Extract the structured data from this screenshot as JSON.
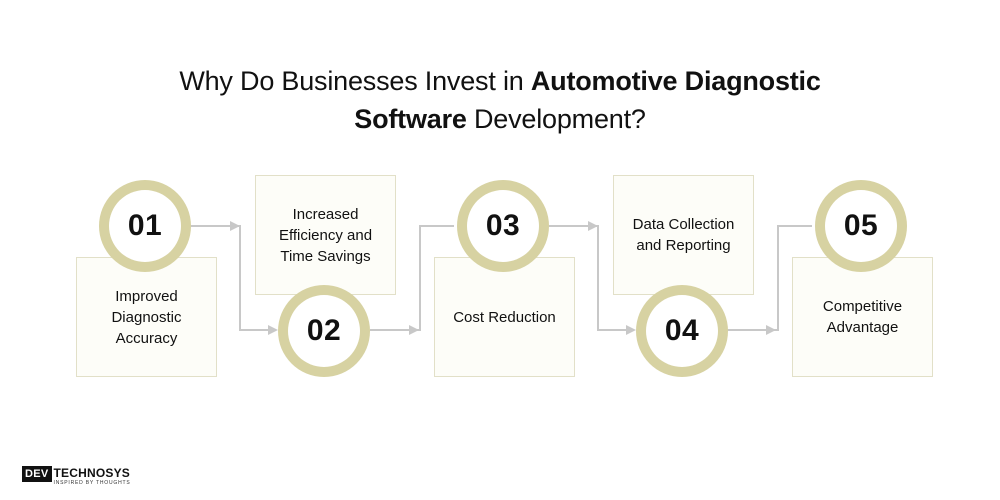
{
  "title": {
    "part1": "Why Do Businesses Invest in ",
    "bold1": "Automotive Diagnostic",
    "bold2": "Software",
    "part2": " Development?"
  },
  "steps": [
    {
      "number": "01",
      "label": "Improved Diagnostic Accuracy"
    },
    {
      "number": "02",
      "label": "Increased Efficiency and Time Savings"
    },
    {
      "number": "03",
      "label": "Cost Reduction"
    },
    {
      "number": "04",
      "label": "Data Collection and Reporting"
    },
    {
      "number": "05",
      "label": "Competitive Advantage"
    }
  ],
  "logo": {
    "prefix": "DEV",
    "brand": "TECHNOSYS",
    "tagline": "INSPIRED BY THOUGHTS"
  },
  "colors": {
    "badge_ring": "#d7d2a2",
    "card_border": "#e2e0c8",
    "connector": "#c8c8c8"
  }
}
